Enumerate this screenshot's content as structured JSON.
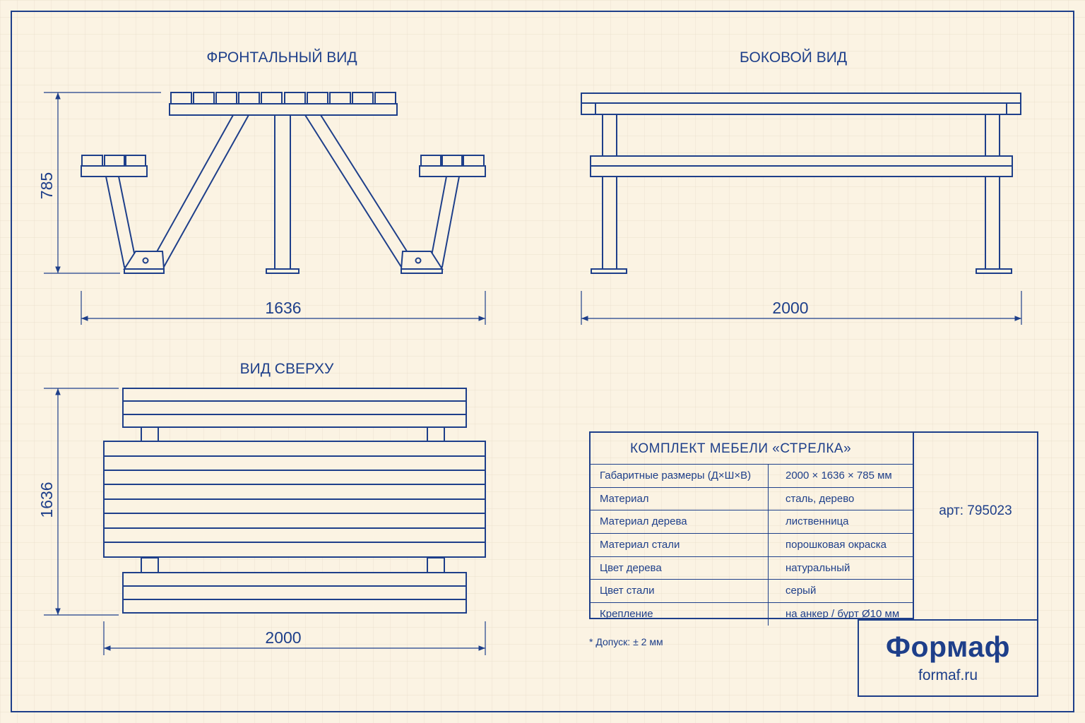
{
  "views": {
    "front": {
      "title": "ФРОНТАЛЬНЫЙ ВИД",
      "height": "785",
      "width": "1636"
    },
    "side": {
      "title": "БОКОВОЙ ВИД",
      "length": "2000"
    },
    "top": {
      "title": "ВИД СВЕРХУ",
      "depth": "1636",
      "length": "2000"
    }
  },
  "spec": {
    "title": "КОМПЛЕКТ МЕБЕЛИ «СТРЕЛКА»",
    "rows": [
      {
        "key": "Габаритные размеры (Д×Ш×В)",
        "value": "2000 × 1636 × 785 мм"
      },
      {
        "key": "Материал",
        "value": "сталь, дерево"
      },
      {
        "key": "Материал дерева",
        "value": "лиственница"
      },
      {
        "key": "Материал стали",
        "value": "порошковая окраска"
      },
      {
        "key": "Цвет дерева",
        "value": "натуральный"
      },
      {
        "key": "Цвет стали",
        "value": "серый"
      },
      {
        "key": "Крепление",
        "value": "на анкер / бурт Ø10 мм"
      }
    ],
    "tolerance": "* Допуск: ± 2 мм",
    "article": "арт: 795023"
  },
  "brand": {
    "name": "Формаф",
    "url": "formaf.ru"
  },
  "colors": {
    "background": "#fbf3e3",
    "ink": "#1e3f8a"
  }
}
